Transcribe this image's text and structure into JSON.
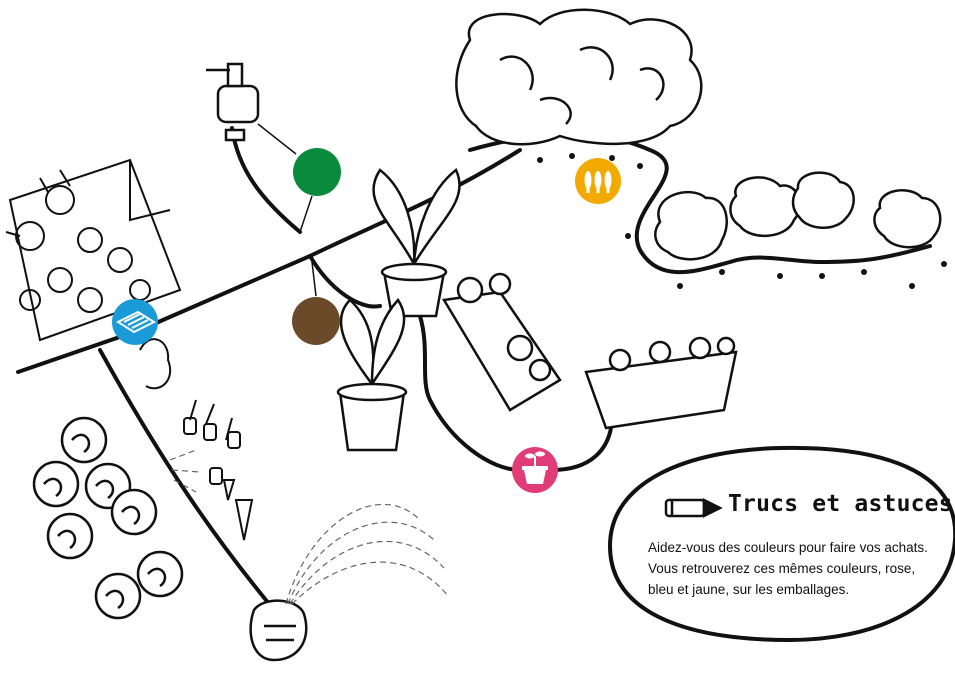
{
  "tips": {
    "title": "Trucs et astuces",
    "lines": [
      "Aidez-vous des couleurs pour faire vos achats.",
      "Vous retrouverez ces mêmes couleurs, rose,",
      "bleu et jaune, sur les emballages."
    ]
  },
  "markers": [
    {
      "name": "green-marker",
      "color": "#0a8a3c"
    },
    {
      "name": "brown-marker",
      "color": "#6b4a2a"
    },
    {
      "name": "blue-marker",
      "color": "#1a9ad6",
      "icon": "tray-icon"
    },
    {
      "name": "yellow-marker",
      "color": "#f2a900",
      "icon": "hedge-icon"
    },
    {
      "name": "pink-marker",
      "color": "#e03c78",
      "icon": "pot-icon"
    }
  ]
}
